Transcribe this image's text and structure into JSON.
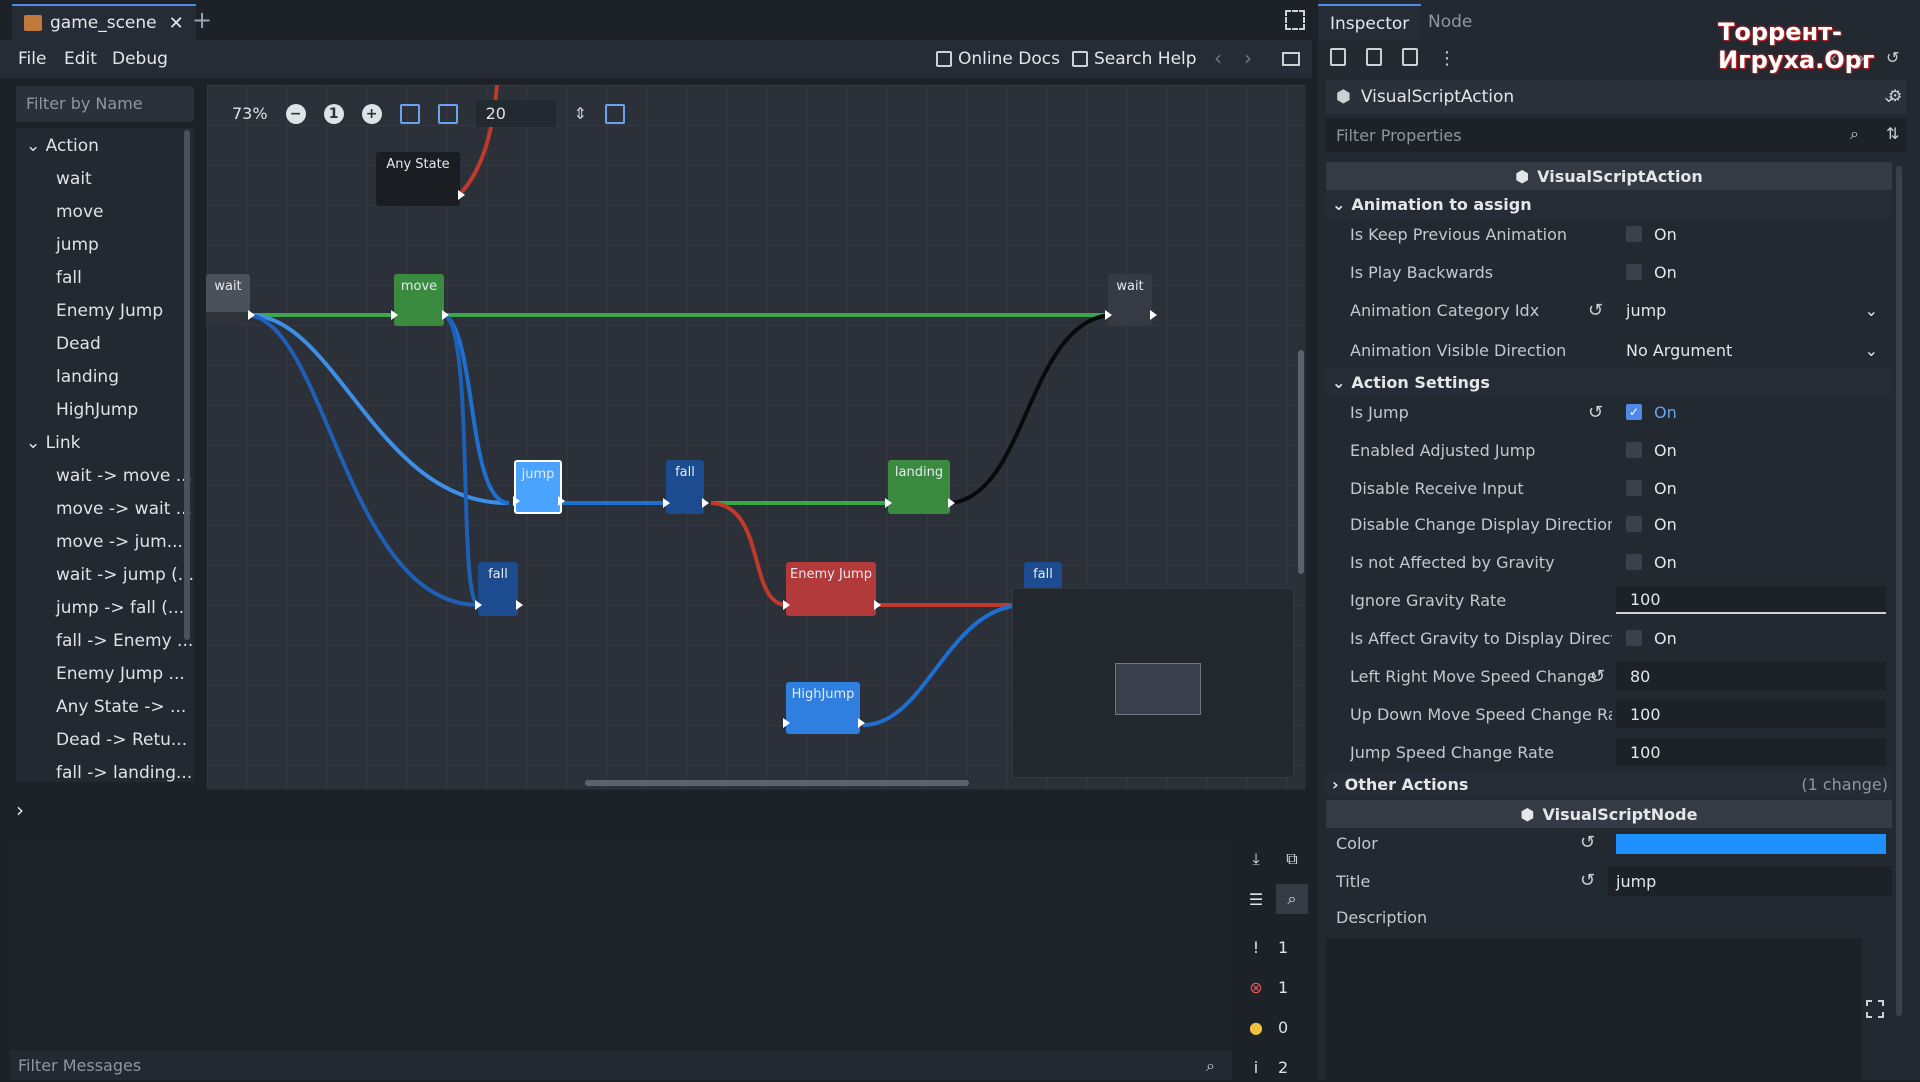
{
  "editor": {
    "tab_title": "game_scene",
    "menu": [
      "File",
      "Edit",
      "Debug"
    ],
    "online_docs": "Online Docs",
    "search_help": "Search Help"
  },
  "left": {
    "filter_placeholder": "Filter by Name",
    "tree": [
      {
        "label": "Action",
        "kind": "head"
      },
      {
        "label": "wait",
        "kind": "child"
      },
      {
        "label": "move",
        "kind": "child"
      },
      {
        "label": "jump",
        "kind": "child"
      },
      {
        "label": "fall",
        "kind": "child"
      },
      {
        "label": "Enemy Jump",
        "kind": "child"
      },
      {
        "label": "Dead",
        "kind": "child"
      },
      {
        "label": "landing",
        "kind": "child"
      },
      {
        "label": "HighJump",
        "kind": "child"
      },
      {
        "label": "Link",
        "kind": "head"
      },
      {
        "label": "wait -> move ...",
        "kind": "child"
      },
      {
        "label": "move -> wait ...",
        "kind": "child"
      },
      {
        "label": "move -> jum...",
        "kind": "child"
      },
      {
        "label": "wait -> jump (...",
        "kind": "child"
      },
      {
        "label": "jump -> fall (...",
        "kind": "child"
      },
      {
        "label": "fall -> Enemy ...",
        "kind": "child"
      },
      {
        "label": "Enemy Jump ...",
        "kind": "child"
      },
      {
        "label": "Any State -> ...",
        "kind": "child"
      },
      {
        "label": "Dead -> Retu...",
        "kind": "child"
      },
      {
        "label": "fall -> landing...",
        "kind": "child"
      }
    ]
  },
  "graph": {
    "zoom": "73%",
    "snap": "20",
    "nodes": {
      "any_state": "Any State",
      "wait1": "wait",
      "move": "move",
      "wait2": "wait",
      "jump": "jump",
      "fall1": "fall",
      "landing": "landing",
      "fall2": "fall",
      "enemy_jump": "Enemy Jump",
      "fall3": "fall",
      "highjump": "HighJump"
    },
    "colors": {
      "green": "#3a8a3f",
      "blue": "#1f6fd1",
      "red": "#c0392b",
      "gray": "#4a515b",
      "selected": "#4aa3ff"
    }
  },
  "console": {
    "filter_placeholder": "Filter Messages",
    "counts": {
      "messages": "1",
      "errors": "1",
      "warnings": "0",
      "info": "2"
    }
  },
  "inspector": {
    "tabs": [
      "Inspector",
      "Node"
    ],
    "watermark": "Торрент-Игруха.Орг",
    "resource": "VisualScriptAction",
    "filter_placeholder": "Filter Properties",
    "section1": "VisualScriptAction",
    "groups": {
      "anim": "Animation to assign",
      "action": "Action Settings",
      "other": "Other Actions",
      "other_note": "(1 change)"
    },
    "props": {
      "keep_prev": {
        "name": "Is Keep Previous Animation",
        "val": "On"
      },
      "play_back": {
        "name": "Is Play Backwards",
        "val": "On"
      },
      "anim_cat": {
        "name": "Animation Category Idx",
        "val": "jump"
      },
      "anim_dir": {
        "name": "Animation Visible Direction",
        "val": "No Argument"
      },
      "is_jump": {
        "name": "Is Jump",
        "val": "On"
      },
      "adj_jump": {
        "name": "Enabled Adjusted Jump",
        "val": "On"
      },
      "dis_input": {
        "name": "Disable Receive Input",
        "val": "On"
      },
      "dis_dir": {
        "name": "Disable Change Display Direction",
        "val": "On"
      },
      "not_grav": {
        "name": "Is not Affected by Gravity",
        "val": "On"
      },
      "ign_grav": {
        "name": "Ignore Gravity Rate",
        "val": "100"
      },
      "aff_grav": {
        "name": "Is Affect Gravity to Display Directi",
        "val": "On"
      },
      "lr_speed": {
        "name": "Left Right Move Speed Change",
        "val": "80"
      },
      "ud_speed": {
        "name": "Up Down Move Speed Change Rat",
        "val": "100"
      },
      "jump_speed": {
        "name": "Jump Speed Change Rate",
        "val": "100"
      }
    },
    "section2": "VisualScriptNode",
    "node_props": {
      "color_label": "Color",
      "color_value": "#1e90ff",
      "title_label": "Title",
      "title_value": "jump",
      "desc_label": "Description"
    }
  }
}
